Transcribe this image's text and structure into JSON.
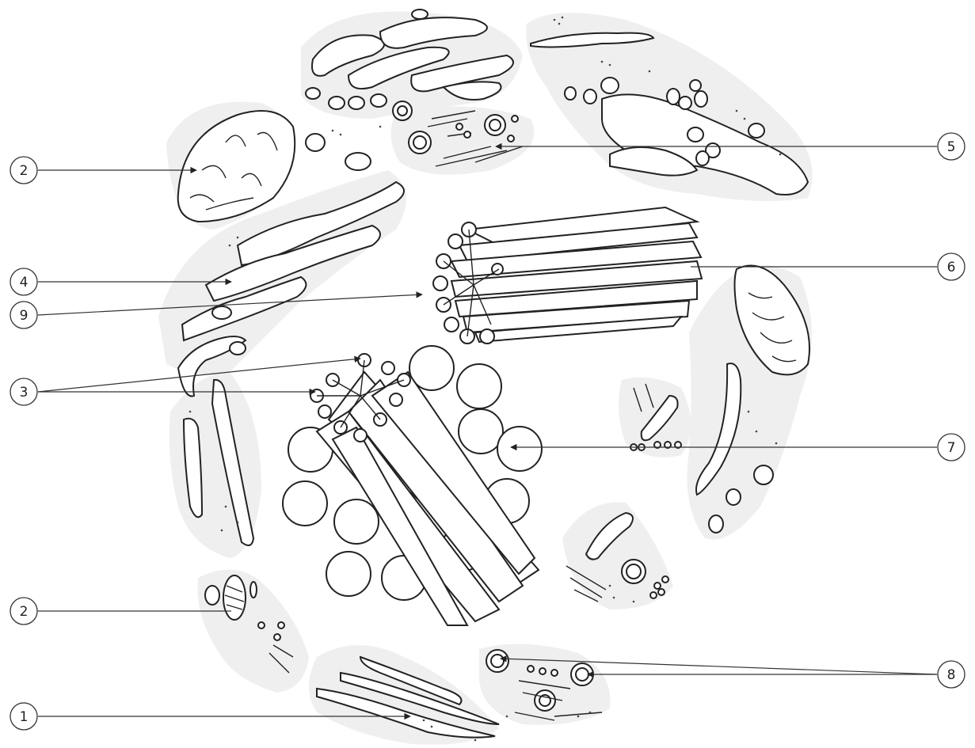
{
  "callouts": [
    {
      "id": "c2a",
      "label": "2"
    },
    {
      "id": "c4",
      "label": "4"
    },
    {
      "id": "c9",
      "label": "9"
    },
    {
      "id": "c3",
      "label": "3"
    },
    {
      "id": "c2b",
      "label": "2"
    },
    {
      "id": "c1",
      "label": "1"
    },
    {
      "id": "c5",
      "label": "5"
    },
    {
      "id": "c6",
      "label": "6"
    },
    {
      "id": "c7",
      "label": "7"
    },
    {
      "id": "c8",
      "label": "8"
    }
  ]
}
